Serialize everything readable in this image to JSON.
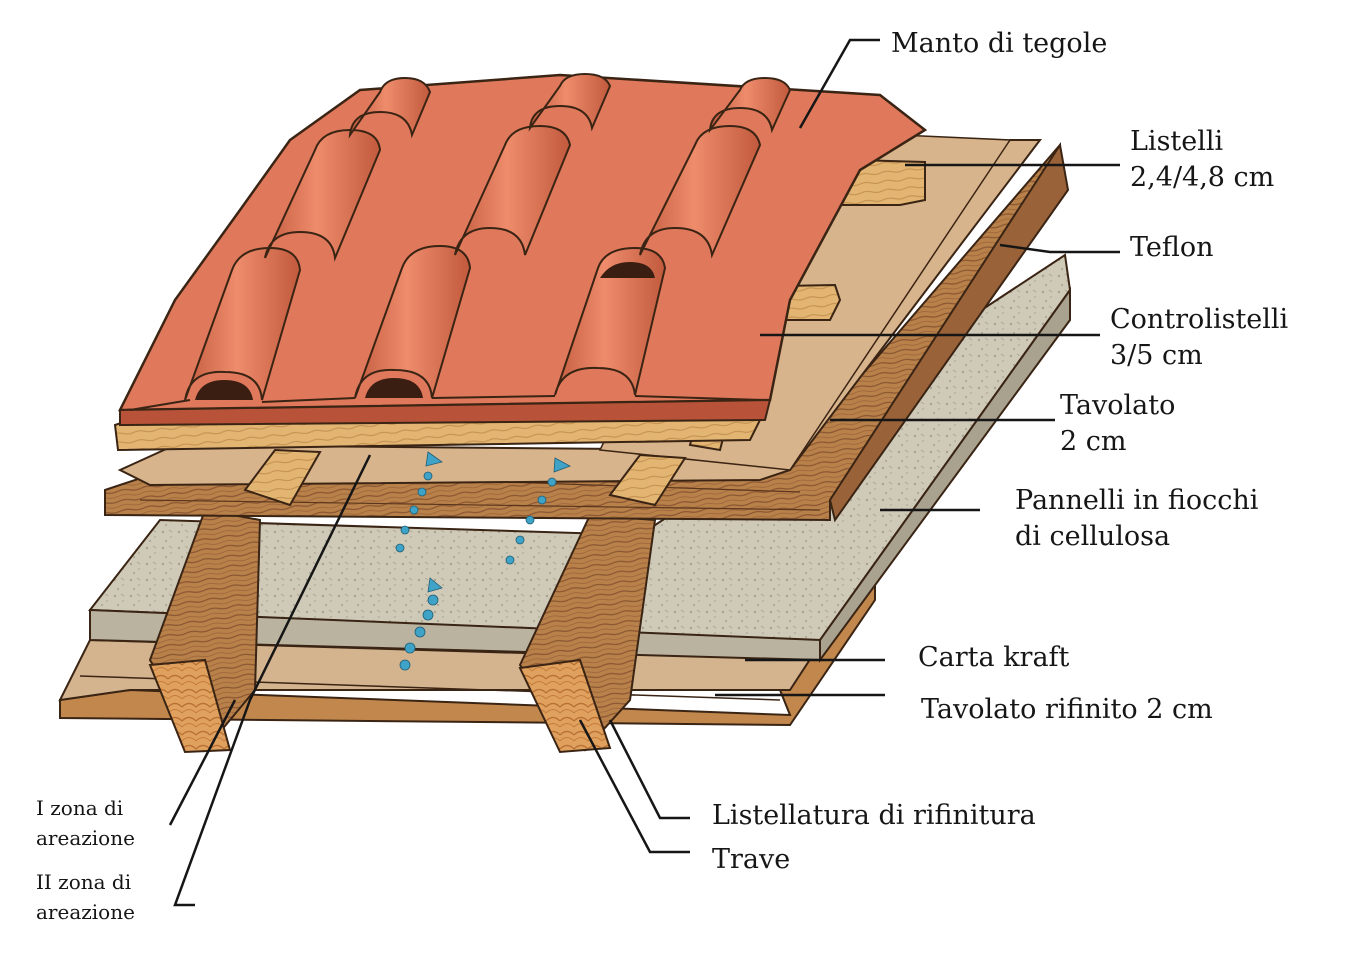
{
  "labels": {
    "manto": "Manto di tegole",
    "listelli_1": "Listelli",
    "listelli_2": "2,4/4,8 cm",
    "teflon": "Teflon",
    "controlistelli_1": "Controlistelli",
    "controlistelli_2": "3/5 cm",
    "tavolato_1": "Tavolato",
    "tavolato_2": "2 cm",
    "pannelli_1": "Pannelli in fiocchi",
    "pannelli_2": "di cellulosa",
    "carta": "Carta kraft",
    "tavolato_rifinito": "Tavolato rifinito 2 cm",
    "listellatura": "Listellatura di rifinitura",
    "trave": "Trave",
    "zona1_1": "I zona di",
    "zona1_2": "areazione",
    "zona2_1": "II zona di",
    "zona2_2": "areazione"
  },
  "colors": {
    "tile": "#e0795c",
    "tile_shadow": "#b8533a",
    "wood_light": "#e2b572",
    "wood_mid": "#b9814a",
    "wood_dark": "#8a5632",
    "membrane": "#d8b48c",
    "insulation": "#cfcab8",
    "kraft": "#d9c3a3",
    "air_arrow": "#3fa3c8"
  }
}
